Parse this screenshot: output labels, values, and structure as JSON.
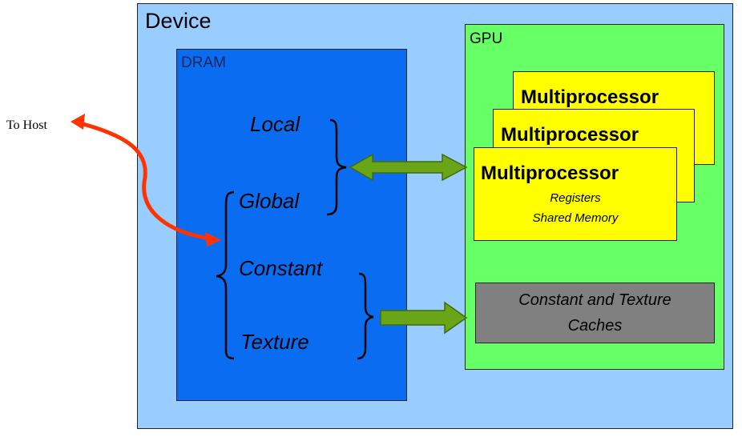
{
  "device": {
    "title": "Device"
  },
  "dram": {
    "title": "DRAM",
    "spaces": [
      "Local",
      "Global",
      "Constant",
      "Texture"
    ]
  },
  "gpu": {
    "title": "GPU",
    "multiprocessor_label": "Multiprocessor",
    "registers_label": "Registers",
    "shared_memory_label": "Shared Memory",
    "caches": {
      "line1": "Constant and Texture",
      "line2": "Caches"
    }
  },
  "host": {
    "label": "To Host"
  },
  "colors": {
    "device": "#99ccff",
    "dram": "#0a6cf0",
    "gpu": "#66ff66",
    "multiprocessor": "#ffff00",
    "caches": "#808080",
    "bus_arrow": "#6aa517",
    "host_arrow": "#ff3300"
  }
}
